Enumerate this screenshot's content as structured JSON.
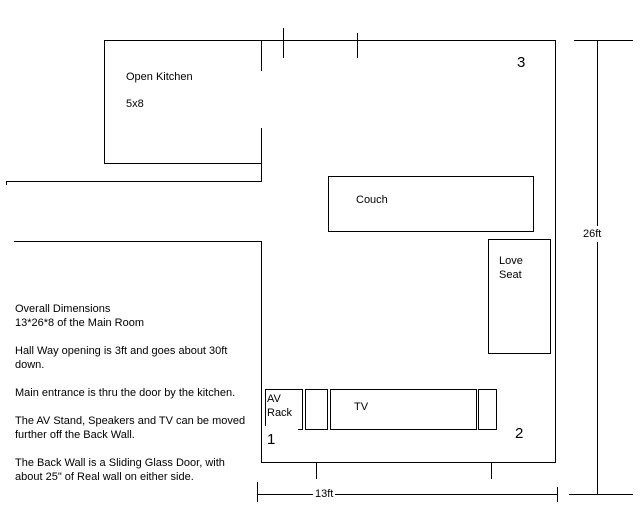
{
  "diagram": {
    "type": "floor-plan",
    "rooms": {
      "kitchen": {
        "name": "Open Kitchen",
        "size": "5x8"
      },
      "main_room": {
        "width_label": "13ft",
        "length_label": "26ft"
      }
    },
    "furniture": {
      "couch": "Couch",
      "love_seat_line1": "Love",
      "love_seat_line2": "Seat",
      "av_rack_line1": "AV",
      "av_rack_line2": "Rack",
      "tv": "TV"
    },
    "corner_markers": {
      "one": "1",
      "two": "2",
      "three": "3"
    },
    "dimensions": {
      "width": "13ft",
      "length": "26ft"
    },
    "notes": {
      "overall_title": "Overall Dimensions",
      "overall_value": "13*26*8 of the Main Room",
      "hallway": "Hall Way opening is 3ft and goes about 30ft down.",
      "entrance": "Main entrance is thru the door by the kitchen.",
      "av_stand": "The AV Stand, Speakers and TV can be moved further off the Back Wall.",
      "back_wall": "The Back Wall is a Sliding Glass Door, with about 25\" of Real wall on either side."
    },
    "colors": {
      "line": "#000000",
      "background": "#ffffff"
    }
  }
}
